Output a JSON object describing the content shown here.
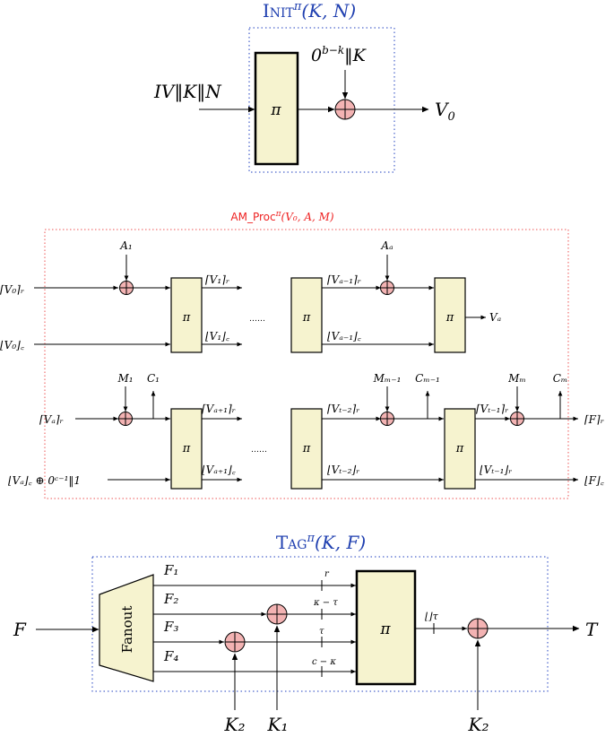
{
  "init": {
    "title": "Init",
    "title_sup": "π",
    "title_args": "(K, N)",
    "input_label": "IV‖K‖N",
    "pad_label_base": "0",
    "pad_label_sup": "b−k",
    "pad_label_tail": "‖K",
    "perm_label": "π",
    "output_label": "V",
    "output_sub": "0"
  },
  "amproc": {
    "title": "AM_Proc",
    "title_sup": "π",
    "title_args": "(V₀, A, M)",
    "row1": {
      "in_r": "⌈V₀⌉ᵣ",
      "in_c": "⌊V₀⌋꜀",
      "a1": "A₁",
      "perm1": "π",
      "out1_r": "⌈V₁⌉ᵣ",
      "out1_c": "⌊V₁⌋꜀",
      "dots": "……",
      "perm2": "π",
      "mid_r": "⌈Vₐ₋₁⌉ᵣ",
      "mid_c": "⌊Vₐ₋₁⌋꜀",
      "aa": "Aₐ",
      "perm3": "π",
      "out_va": "Vₐ"
    },
    "row2": {
      "in_r": "⌈Vₐ⌉ᵣ",
      "in_c": "⌊Vₐ⌋꜀ ⊕ 0ᶜ⁻¹‖1",
      "m1": "M₁",
      "c1": "C₁",
      "perm1": "π",
      "out1_r": "⌈Vₐ₊₁⌉ᵣ",
      "out1_c": "⌊Vₐ₊₁⌋꜀",
      "dots": "……",
      "perm2": "π",
      "mid_r": "⌈Vₜ₋₂⌉ᵣ",
      "mid_c": "⌊Vₜ₋₂⌋ᵣ",
      "mm1": "Mₘ₋₁",
      "cm1": "Cₘ₋₁",
      "perm3": "π",
      "mid2_r": "⌈Vₜ₋₁⌉ᵣ",
      "mid2_c": "⌊Vₜ₋₁⌋ᵣ",
      "mm": "Mₘ",
      "cm": "Cₘ",
      "out_r": "⌈F⌉ᵣ",
      "out_c": "⌊F⌋꜀"
    }
  },
  "tag": {
    "title": "Tag",
    "title_sup": "π",
    "title_args": "(K, F)",
    "input_label": "F",
    "fanout_label": "Fanout",
    "f1": "F₁",
    "f2": "F₂",
    "f3": "F₃",
    "f4": "F₄",
    "w1": "r",
    "w2": "κ − τ",
    "w3": "τ",
    "w4": "c − κ",
    "perm_label": "π",
    "trunc_label": "⌊⌋τ",
    "output_label": "T",
    "k2a": "K₂",
    "k1": "K₁",
    "k2b": "K₂"
  }
}
